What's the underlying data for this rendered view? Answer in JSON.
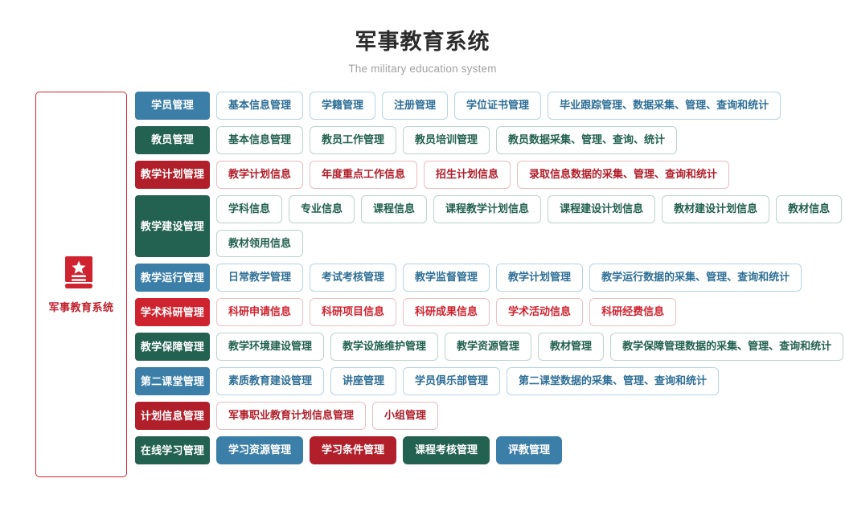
{
  "header": {
    "title": "军事教育系统",
    "subtitle": "The military education system"
  },
  "sidebar": {
    "icon": "book-star-icon",
    "label": "军事教育系统",
    "border_color": "#cf2430",
    "label_color": "#c0212c"
  },
  "palette": {
    "blue": "#3b7ea8",
    "green": "#236150",
    "dark_red": "#b01f2a",
    "red": "#cf2430",
    "title_color": "#2b2b2b",
    "subtitle_color": "#a2a2a2"
  },
  "rows": [
    {
      "category": "学员管理",
      "theme": "blue",
      "items": [
        {
          "label": "基本信息管理",
          "style": "outline"
        },
        {
          "label": "学籍管理",
          "style": "outline"
        },
        {
          "label": "注册管理",
          "style": "outline"
        },
        {
          "label": "学位证书管理",
          "style": "outline"
        },
        {
          "label": "毕业跟踪管理、数据采集、管理、查询和统计",
          "style": "outline"
        }
      ]
    },
    {
      "category": "教员管理",
      "theme": "green",
      "items": [
        {
          "label": "基本信息管理",
          "style": "outline"
        },
        {
          "label": "教员工作管理",
          "style": "outline"
        },
        {
          "label": "教员培训管理",
          "style": "outline"
        },
        {
          "label": "教员数据采集、管理、查询、统计",
          "style": "outline"
        }
      ]
    },
    {
      "category": "教学计划管理",
      "theme": "dred",
      "items": [
        {
          "label": "教学计划信息",
          "style": "outline"
        },
        {
          "label": "年度重点工作信息",
          "style": "outline"
        },
        {
          "label": "招生计划信息",
          "style": "outline"
        },
        {
          "label": "录取信息数据的采集、管理、查询和统计",
          "style": "outline"
        }
      ]
    },
    {
      "category": "教学建设管理",
      "theme": "green",
      "items": [
        {
          "label": "学科信息",
          "style": "outline"
        },
        {
          "label": "专业信息",
          "style": "outline"
        },
        {
          "label": "课程信息",
          "style": "outline"
        },
        {
          "label": "课程教学计划信息",
          "style": "outline"
        },
        {
          "label": "课程建设计划信息",
          "style": "outline"
        },
        {
          "label": "教材建设计划信息",
          "style": "outline"
        },
        {
          "label": "教材信息",
          "style": "outline"
        },
        {
          "label": "教材领用信息",
          "style": "outline"
        }
      ]
    },
    {
      "category": "教学运行管理",
      "theme": "blue",
      "items": [
        {
          "label": "日常教学管理",
          "style": "outline"
        },
        {
          "label": "考试考核管理",
          "style": "outline"
        },
        {
          "label": "教学监督管理",
          "style": "outline"
        },
        {
          "label": "教学计划管理",
          "style": "outline"
        },
        {
          "label": "教学运行数据的采集、管理、查询和统计",
          "style": "outline"
        }
      ]
    },
    {
      "category": "学术科研管理",
      "theme": "red",
      "items": [
        {
          "label": "科研申请信息",
          "style": "outline"
        },
        {
          "label": "科研项目信息",
          "style": "outline"
        },
        {
          "label": "科研成果信息",
          "style": "outline"
        },
        {
          "label": "学术活动信息",
          "style": "outline"
        },
        {
          "label": "科研经费信息",
          "style": "outline"
        }
      ]
    },
    {
      "category": "教学保障管理",
      "theme": "green",
      "items": [
        {
          "label": "教学环境建设管理",
          "style": "outline"
        },
        {
          "label": "教学设施维护管理",
          "style": "outline"
        },
        {
          "label": "教学资源管理",
          "style": "outline"
        },
        {
          "label": "教材管理",
          "style": "outline"
        },
        {
          "label": "教学保障管理数据的采集、管理、查询和统计",
          "style": "outline"
        }
      ]
    },
    {
      "category": "第二课堂管理",
      "theme": "blue",
      "items": [
        {
          "label": "素质教育建设管理",
          "style": "outline"
        },
        {
          "label": "讲座管理",
          "style": "outline"
        },
        {
          "label": "学员俱乐部管理",
          "style": "outline"
        },
        {
          "label": "第二课堂数据的采集、管理、查询和统计",
          "style": "outline"
        }
      ]
    },
    {
      "category": "计划信息管理",
      "theme": "dred",
      "items": [
        {
          "label": "军事职业教育计划信息管理",
          "style": "outline"
        },
        {
          "label": "小组管理",
          "style": "outline"
        }
      ]
    },
    {
      "category": "在线学习管理",
      "theme": "green",
      "items": [
        {
          "label": "学习资源管理",
          "style": "fill-blue"
        },
        {
          "label": "学习条件管理",
          "style": "fill-red"
        },
        {
          "label": "课程考核管理",
          "style": "fill-green"
        },
        {
          "label": "评教管理",
          "style": "fill-blue"
        }
      ]
    }
  ]
}
